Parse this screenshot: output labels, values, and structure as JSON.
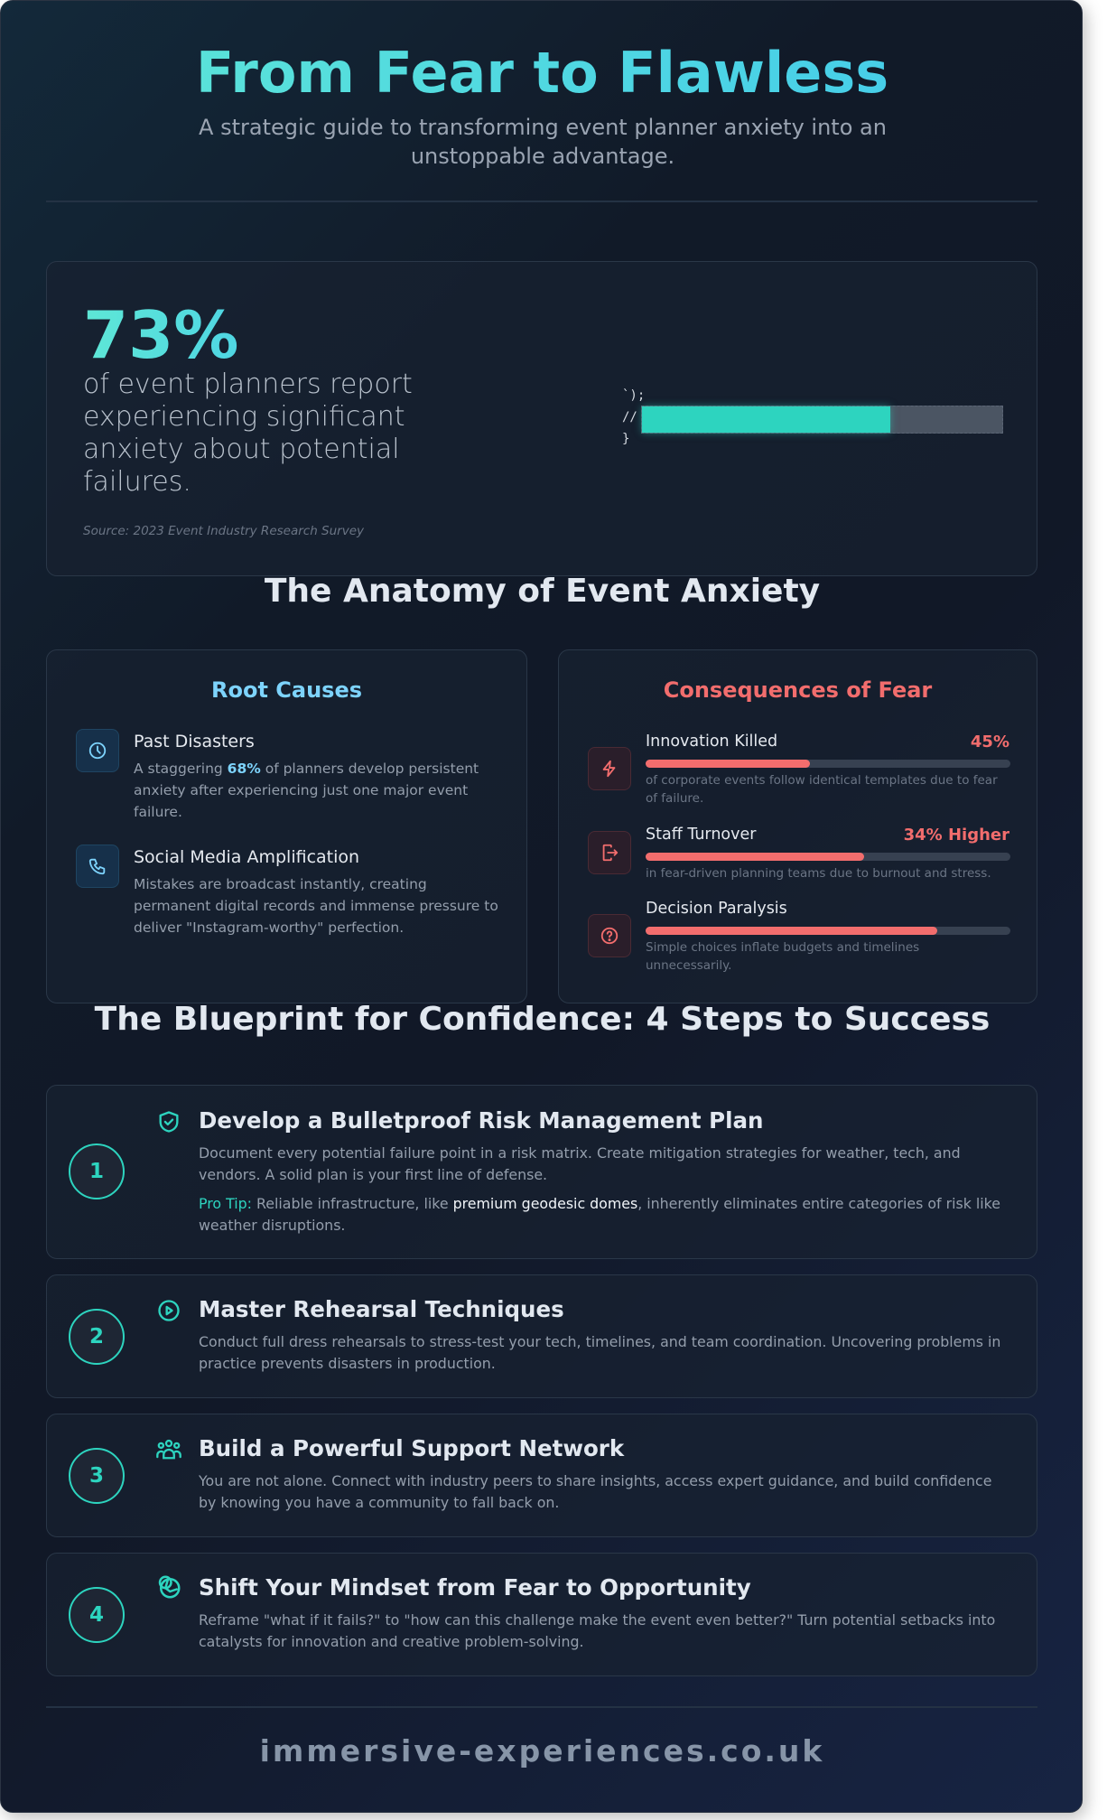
{
  "header": {
    "title": "From Fear to Flawless",
    "subtitle": "A strategic guide to transforming event planner anxiety into an unstoppable advantage."
  },
  "stat": {
    "value": "73%",
    "description": "of event planners report experiencing significant anxiety about potential failures.",
    "source": "Source: 2023 Event Industry Research Survey",
    "code_lines": [
      "`);",
      "//",
      "}"
    ],
    "bar_fill_percent": 69,
    "colors": {
      "fill": "#2dd4bf",
      "track": "#4b5563"
    }
  },
  "anatomy": {
    "title": "The Anatomy of Event Anxiety",
    "root_causes": {
      "title": "Root Causes",
      "color": "#7dd3fc",
      "items": [
        {
          "icon": "clock-icon",
          "title": "Past Disasters",
          "text_before": "A staggering ",
          "highlight": "68%",
          "text_after": " of planners develop persistent anxiety after experiencing just one major event failure."
        },
        {
          "icon": "phone-icon",
          "title": "Social Media Amplification",
          "text": "Mistakes are broadcast instantly, creating permanent digital records and immense pressure to deliver \"Instagram-worthy\" perfection."
        }
      ]
    },
    "consequences": {
      "title": "Consequences of Fear",
      "color": "#f26d6d",
      "items": [
        {
          "icon": "lightning-icon",
          "label": "Innovation Killed",
          "value": "45%",
          "percent": 45,
          "text": "of corporate events follow identical templates due to fear of failure."
        },
        {
          "icon": "exit-icon",
          "label": "Staff Turnover",
          "value": "34% Higher",
          "percent": 60,
          "text": "in fear-driven planning teams due to burnout and stress."
        },
        {
          "icon": "question-icon",
          "label": "Decision Paralysis",
          "value": "",
          "percent": 80,
          "text": "Simple choices inflate budgets and timelines unnecessarily."
        }
      ]
    }
  },
  "blueprint": {
    "title": "The Blueprint for Confidence: 4 Steps to Success",
    "steps": [
      {
        "number": "1",
        "icon": "shield-check-icon",
        "title": "Develop a Bulletproof Risk Management Plan",
        "text": "Document every potential failure point in a risk matrix. Create mitigation strategies for weather, tech, and vendors. A solid plan is your first line of defense.",
        "tip_label": "Pro Tip:",
        "tip_before": " Reliable infrastructure, like ",
        "tip_highlight": "premium geodesic domes",
        "tip_after": ", inherently eliminates entire categories of risk like weather disruptions."
      },
      {
        "number": "2",
        "icon": "play-circle-icon",
        "title": "Master Rehearsal Techniques",
        "text": "Conduct full dress rehearsals to stress-test your tech, timelines, and team coordination. Uncovering problems in practice prevents disasters in production."
      },
      {
        "number": "3",
        "icon": "users-icon",
        "title": "Build a Powerful Support Network",
        "text": "You are not alone. Connect with industry peers to share insights, access expert guidance, and build confidence by knowing you have a community to fall back on."
      },
      {
        "number": "4",
        "icon": "brain-icon",
        "title": "Shift Your Mindset from Fear to Opportunity",
        "text": "Reframe \"what if it fails?\" to \"how can this challenge make the event even better?\" Turn potential setbacks into catalysts for innovation and creative problem-solving."
      }
    ]
  },
  "footer": {
    "text": "immersive-experiences.co.uk"
  }
}
